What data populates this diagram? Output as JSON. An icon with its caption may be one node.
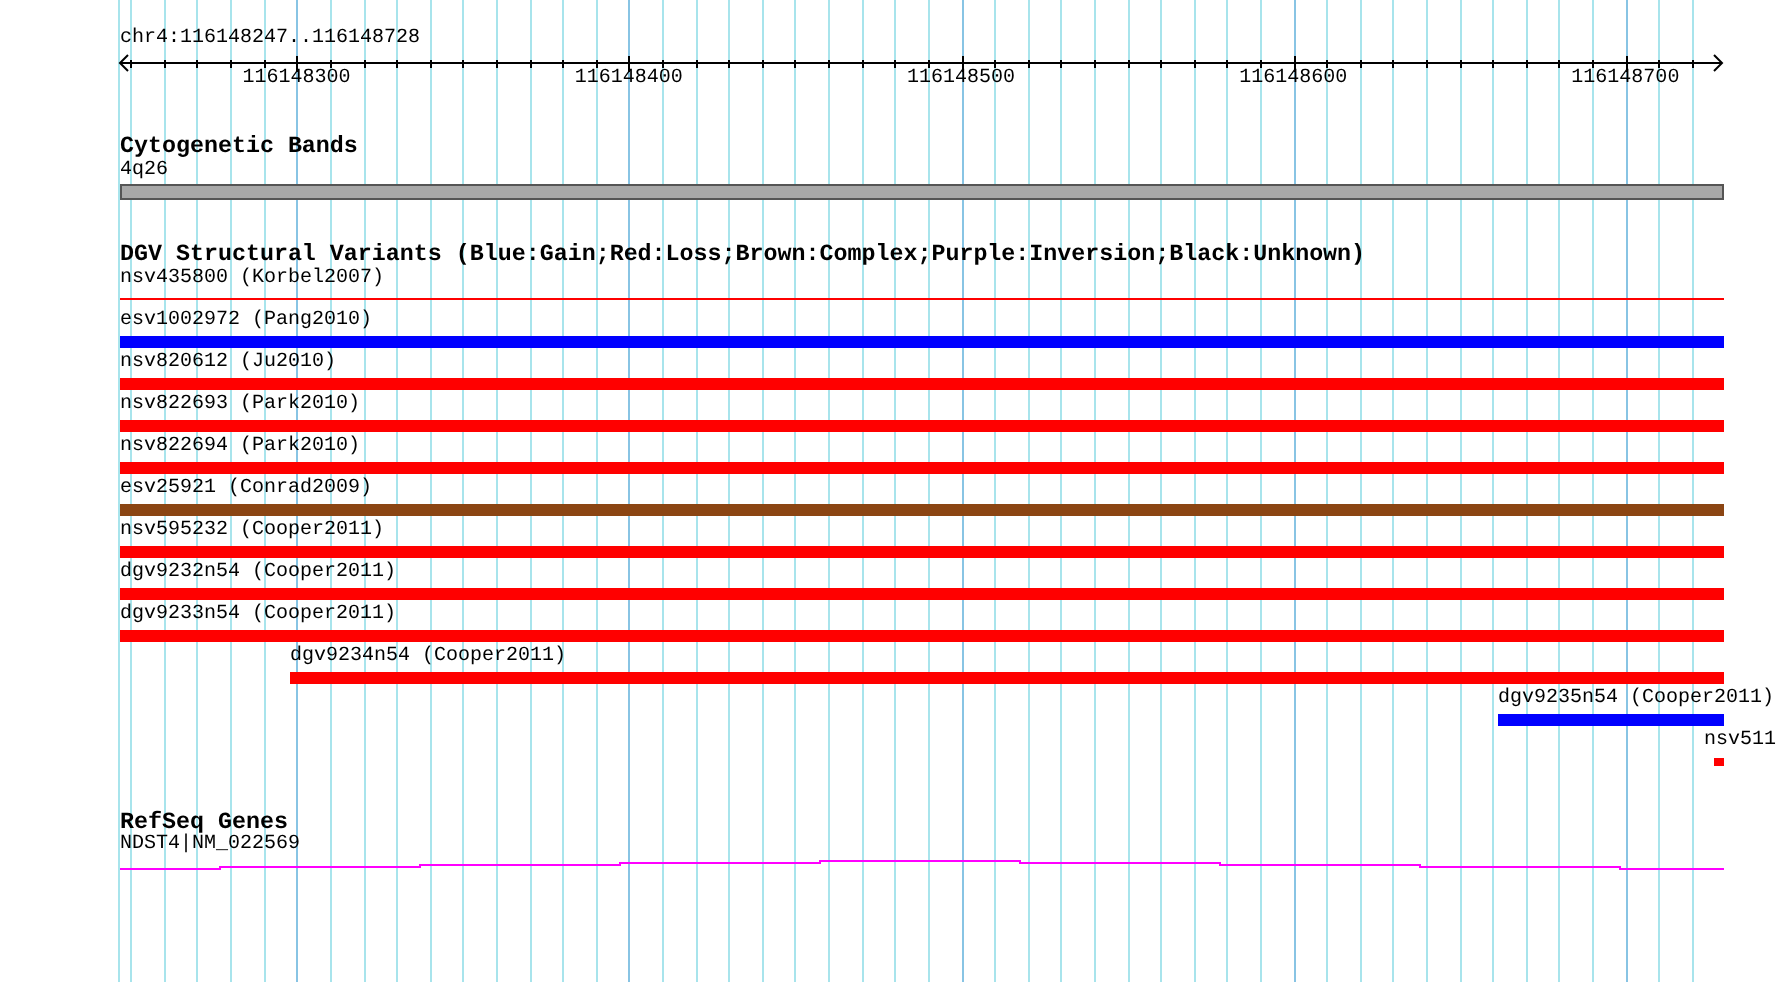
{
  "diagram": {
    "labels": [
      "chr4:116148247..116148728",
      "116148300",
      "116148400",
      "116148500",
      "116148600",
      "116148700",
      "Cytogenetic Bands",
      "DGV Structural Variants (Blue:Gain;Red:Loss;Brown:Complex;Purple:Inversion;Black:Unknown)",
      "RefSeq Genes"
    ],
    "nodes": [
      {
        "text": [
          "4q26"
        ]
      },
      {
        "text": [
          "nsv435800 (Korbel2007)"
        ]
      },
      {
        "text": [
          "esv1002972 (Pang2010)"
        ]
      },
      {
        "text": [
          "nsv820612 (Ju2010)"
        ]
      },
      {
        "text": [
          "nsv822693 (Park2010)"
        ]
      },
      {
        "text": [
          "nsv822694 (Park2010)"
        ]
      },
      {
        "text": [
          "esv25921 (Conrad2009)"
        ]
      },
      {
        "text": [
          "nsv595232 (Cooper2011)"
        ]
      },
      {
        "text": [
          "dgv9232n54 (Cooper2011)"
        ]
      },
      {
        "text": [
          "dgv9233n54 (Cooper2011)"
        ]
      },
      {
        "text": [
          "dgv9234n54 (Cooper2011)"
        ]
      },
      {
        "text": [
          "dgv9235n54 (Cooper2011)"
        ]
      },
      {
        "text": [
          "nsv511"
        ]
      },
      {
        "text": [
          "NDST4|NM_022569"
        ]
      }
    ]
  }
}
